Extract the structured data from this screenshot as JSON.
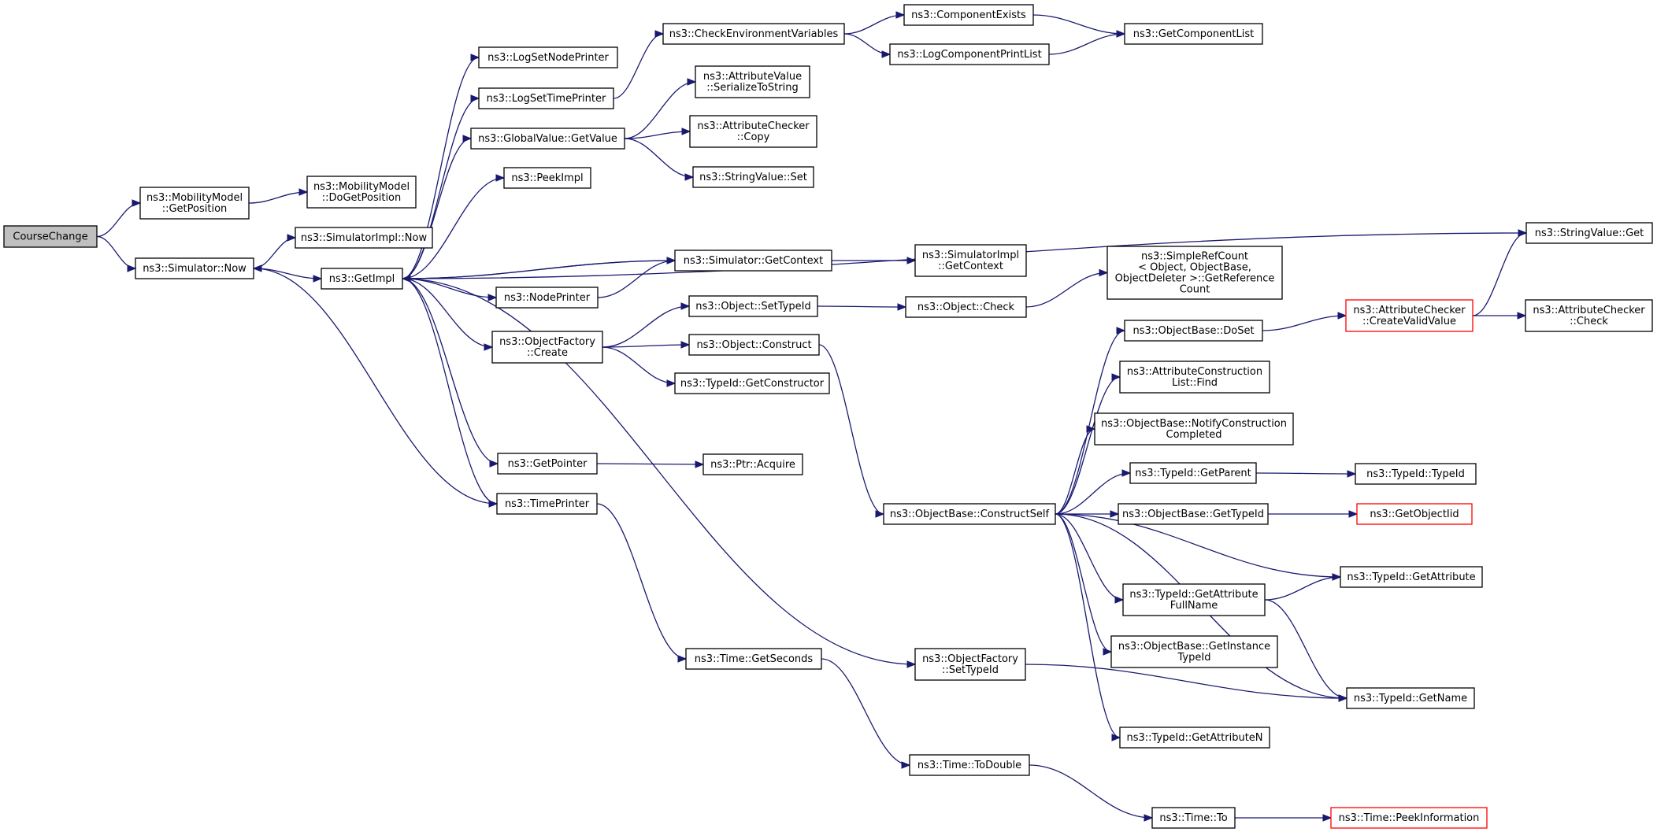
{
  "diagram": {
    "nodes": [
      {
        "id": "coursechange",
        "lines": [
          "CourseChange"
        ],
        "root": true
      },
      {
        "id": "mm-getpos",
        "lines": [
          "ns3::MobilityModel",
          "::GetPosition"
        ]
      },
      {
        "id": "mm-dogetpos",
        "lines": [
          "ns3::MobilityModel",
          "::DoGetPosition"
        ]
      },
      {
        "id": "sim-now",
        "lines": [
          "ns3::Simulator::Now"
        ]
      },
      {
        "id": "simimpl-now",
        "lines": [
          "ns3::SimulatorImpl::Now"
        ]
      },
      {
        "id": "getimpl",
        "lines": [
          "ns3::GetImpl"
        ]
      },
      {
        "id": "lognodeprinter",
        "lines": [
          "ns3::LogSetNodePrinter"
        ]
      },
      {
        "id": "logtimeprinter",
        "lines": [
          "ns3::LogSetTimePrinter"
        ]
      },
      {
        "id": "gv-getvalue",
        "lines": [
          "ns3::GlobalValue::GetValue"
        ]
      },
      {
        "id": "peekimpl",
        "lines": [
          "ns3::PeekImpl"
        ]
      },
      {
        "id": "checkenv",
        "lines": [
          "ns3::CheckEnvironmentVariables"
        ]
      },
      {
        "id": "compexists",
        "lines": [
          "ns3::ComponentExists"
        ]
      },
      {
        "id": "logcompprint",
        "lines": [
          "ns3::LogComponentPrintList"
        ]
      },
      {
        "id": "getcomplist",
        "lines": [
          "ns3::GetComponentList"
        ]
      },
      {
        "id": "av-serialize",
        "lines": [
          "ns3::AttributeValue",
          "::SerializeToString"
        ]
      },
      {
        "id": "ac-copy",
        "lines": [
          "ns3::AttributeChecker",
          "::Copy"
        ]
      },
      {
        "id": "sv-set",
        "lines": [
          "ns3::StringValue::Set"
        ]
      },
      {
        "id": "sv-get",
        "lines": [
          "ns3::StringValue::Get"
        ]
      },
      {
        "id": "sim-getcontext",
        "lines": [
          "ns3::Simulator::GetContext"
        ]
      },
      {
        "id": "simimpl-getcontext",
        "lines": [
          "ns3::SimulatorImpl",
          "::GetContext"
        ]
      },
      {
        "id": "nodeprinter",
        "lines": [
          "ns3::NodePrinter"
        ]
      },
      {
        "id": "simplerefcount",
        "lines": [
          "ns3::SimpleRefCount",
          "< Object, ObjectBase,",
          "ObjectDeleter >::GetReference",
          "Count"
        ]
      },
      {
        "id": "obj-settypeid",
        "lines": [
          "ns3::Object::SetTypeId"
        ]
      },
      {
        "id": "obj-check",
        "lines": [
          "ns3::Object::Check"
        ]
      },
      {
        "id": "objfactory-create",
        "lines": [
          "ns3::ObjectFactory",
          "::Create"
        ]
      },
      {
        "id": "obj-construct",
        "lines": [
          "ns3::Object::Construct"
        ]
      },
      {
        "id": "tid-getconstructor",
        "lines": [
          "ns3::TypeId::GetConstructor"
        ]
      },
      {
        "id": "ob-doset",
        "lines": [
          "ns3::ObjectBase::DoSet"
        ]
      },
      {
        "id": "ac-createvalid",
        "lines": [
          "ns3::AttributeChecker",
          "::CreateValidValue"
        ],
        "red": true
      },
      {
        "id": "ac-check",
        "lines": [
          "ns3::AttributeChecker",
          "::Check"
        ]
      },
      {
        "id": "acl-find",
        "lines": [
          "ns3::AttributeConstruction",
          "List::Find"
        ]
      },
      {
        "id": "ob-notify",
        "lines": [
          "ns3::ObjectBase::NotifyConstruction",
          "Completed"
        ]
      },
      {
        "id": "tid-getparent",
        "lines": [
          "ns3::TypeId::GetParent"
        ]
      },
      {
        "id": "tid-typeid",
        "lines": [
          "ns3::TypeId::TypeId"
        ]
      },
      {
        "id": "getpointer",
        "lines": [
          "ns3::GetPointer"
        ]
      },
      {
        "id": "ptr-acquire",
        "lines": [
          "ns3::Ptr::Acquire"
        ]
      },
      {
        "id": "timeprinter",
        "lines": [
          "ns3::TimePrinter"
        ]
      },
      {
        "id": "ob-constructself",
        "lines": [
          "ns3::ObjectBase::ConstructSelf"
        ]
      },
      {
        "id": "ob-gettypeid",
        "lines": [
          "ns3::ObjectBase::GetTypeId"
        ]
      },
      {
        "id": "getobjectiid",
        "lines": [
          "ns3::GetObjectIid"
        ],
        "red": true
      },
      {
        "id": "tid-getattrfull",
        "lines": [
          "ns3::TypeId::GetAttribute",
          "FullName"
        ]
      },
      {
        "id": "tid-getattr",
        "lines": [
          "ns3::TypeId::GetAttribute"
        ]
      },
      {
        "id": "ob-getinstance",
        "lines": [
          "ns3::ObjectBase::GetInstance",
          "TypeId"
        ]
      },
      {
        "id": "time-getseconds",
        "lines": [
          "ns3::Time::GetSeconds"
        ]
      },
      {
        "id": "objfactory-settypeid",
        "lines": [
          "ns3::ObjectFactory",
          "::SetTypeId"
        ]
      },
      {
        "id": "tid-getname",
        "lines": [
          "ns3::TypeId::GetName"
        ]
      },
      {
        "id": "tid-getattrn",
        "lines": [
          "ns3::TypeId::GetAttributeN"
        ]
      },
      {
        "id": "time-todouble",
        "lines": [
          "ns3::Time::ToDouble"
        ]
      },
      {
        "id": "time-to",
        "lines": [
          "ns3::Time::To"
        ]
      },
      {
        "id": "time-peekinfo",
        "lines": [
          "ns3::Time::PeekInformation"
        ],
        "red": true
      }
    ],
    "edges": [
      [
        "coursechange",
        "mm-getpos"
      ],
      [
        "coursechange",
        "sim-now"
      ],
      [
        "mm-getpos",
        "mm-dogetpos"
      ],
      [
        "sim-now",
        "simimpl-now"
      ],
      [
        "sim-now",
        "getimpl"
      ],
      [
        "getimpl",
        "lognodeprinter"
      ],
      [
        "getimpl",
        "logtimeprinter"
      ],
      [
        "getimpl",
        "gv-getvalue"
      ],
      [
        "getimpl",
        "peekimpl"
      ],
      [
        "getimpl",
        "sv-get"
      ],
      [
        "getimpl",
        "sim-getcontext"
      ],
      [
        "getimpl",
        "nodeprinter"
      ],
      [
        "getimpl",
        "objfactory-create"
      ],
      [
        "getimpl",
        "getpointer"
      ],
      [
        "getimpl",
        "timeprinter"
      ],
      [
        "getimpl",
        "objfactory-settypeid"
      ],
      [
        "logtimeprinter",
        "checkenv"
      ],
      [
        "checkenv",
        "compexists"
      ],
      [
        "checkenv",
        "logcompprint"
      ],
      [
        "compexists",
        "getcomplist"
      ],
      [
        "logcompprint",
        "getcomplist"
      ],
      [
        "gv-getvalue",
        "av-serialize"
      ],
      [
        "gv-getvalue",
        "ac-copy"
      ],
      [
        "gv-getvalue",
        "sv-set"
      ],
      [
        "sim-getcontext",
        "getimpl"
      ],
      [
        "sim-getcontext",
        "simimpl-getcontext"
      ],
      [
        "nodeprinter",
        "sim-getcontext"
      ],
      [
        "objfactory-create",
        "obj-settypeid"
      ],
      [
        "objfactory-create",
        "obj-construct"
      ],
      [
        "objfactory-create",
        "tid-getconstructor"
      ],
      [
        "obj-settypeid",
        "obj-check"
      ],
      [
        "obj-check",
        "simplerefcount"
      ],
      [
        "obj-construct",
        "ob-constructself"
      ],
      [
        "ob-constructself",
        "ob-doset"
      ],
      [
        "ob-constructself",
        "acl-find"
      ],
      [
        "ob-constructself",
        "ob-notify"
      ],
      [
        "ob-constructself",
        "tid-getparent"
      ],
      [
        "ob-constructself",
        "ob-gettypeid"
      ],
      [
        "ob-constructself",
        "tid-getattr"
      ],
      [
        "ob-constructself",
        "tid-getattrfull"
      ],
      [
        "ob-constructself",
        "ob-getinstance"
      ],
      [
        "ob-constructself",
        "tid-getname"
      ],
      [
        "ob-constructself",
        "tid-getattrn"
      ],
      [
        "ob-doset",
        "ac-createvalid"
      ],
      [
        "ac-createvalid",
        "sv-get"
      ],
      [
        "ac-createvalid",
        "ac-check"
      ],
      [
        "tid-getparent",
        "tid-typeid"
      ],
      [
        "ob-gettypeid",
        "getobjectiid"
      ],
      [
        "tid-getattrfull",
        "tid-getattr"
      ],
      [
        "tid-getattrfull",
        "tid-getname"
      ],
      [
        "getpointer",
        "ptr-acquire"
      ],
      [
        "timeprinter",
        "sim-now"
      ],
      [
        "timeprinter",
        "time-getseconds"
      ],
      [
        "time-getseconds",
        "time-todouble"
      ],
      [
        "objfactory-settypeid",
        "tid-getname"
      ],
      [
        "time-todouble",
        "time-to"
      ],
      [
        "time-to",
        "time-peekinfo"
      ]
    ]
  }
}
